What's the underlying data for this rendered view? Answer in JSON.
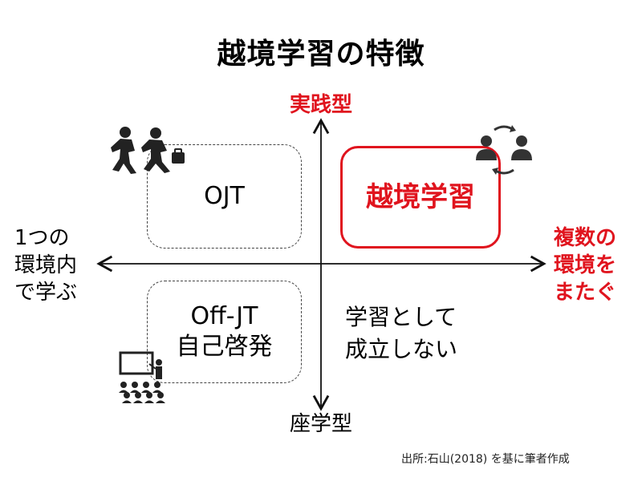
{
  "title": "越境学習の特徴",
  "axis": {
    "top": "実践型",
    "bottom": "座学型",
    "left": [
      "1つの",
      "環境内",
      "で学ぶ"
    ],
    "right": [
      "複数の",
      "環境を",
      "またぐ"
    ]
  },
  "quadrants": {
    "top_left": "OJT",
    "top_right": "越境学習",
    "bottom_left": [
      "Off-JT",
      "自己啓発"
    ],
    "bottom_right": [
      "学習として",
      "成立しない"
    ]
  },
  "source": "出所:石山(2018) を基に筆者作成",
  "colors": {
    "accent": "#e0141e",
    "text": "#000000",
    "icon": "#333333"
  },
  "icons": [
    "running-businesspeople-icon",
    "people-exchange-icon",
    "lecture-classroom-icon"
  ]
}
